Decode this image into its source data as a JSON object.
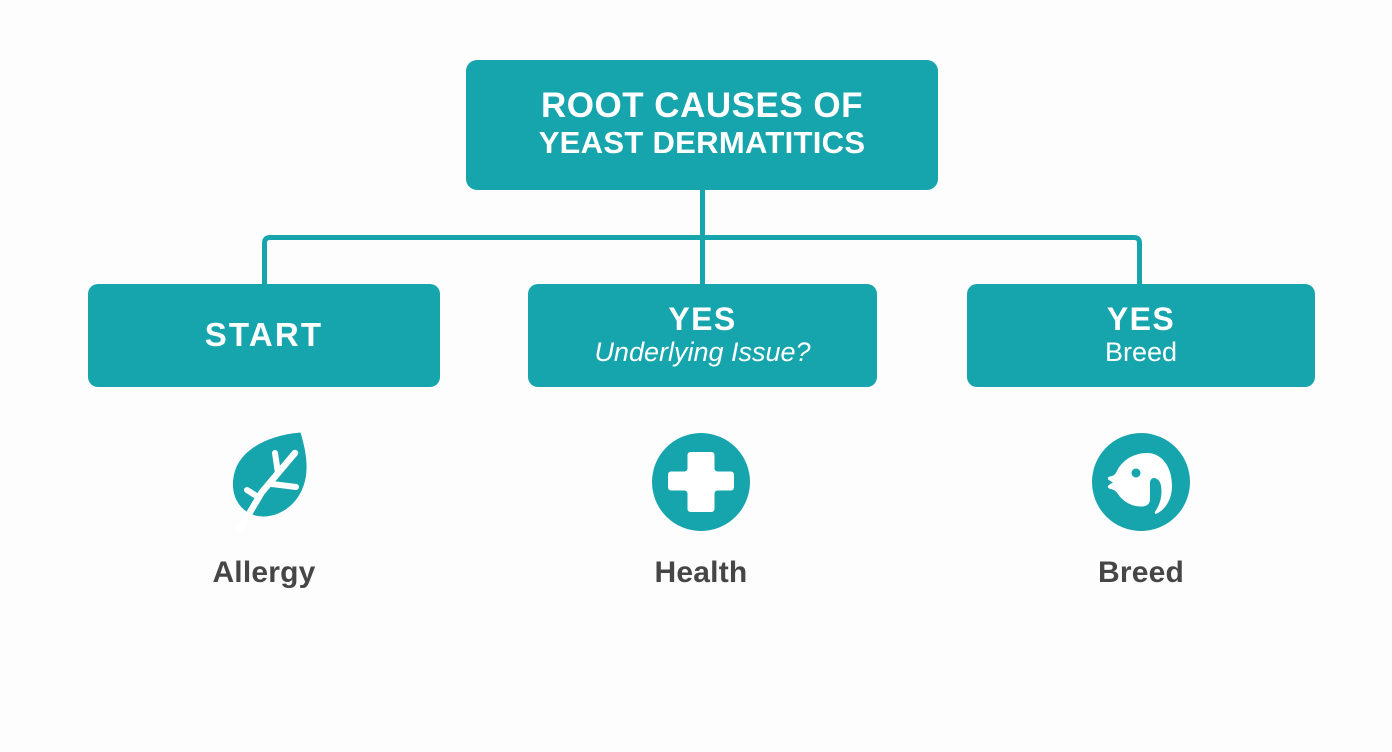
{
  "theme": {
    "teal": "#17a5ad",
    "background": "#fdfdfd",
    "box_text": "#ffffff",
    "label_text": "#464646"
  },
  "title": {
    "line1": "ROOT CAUSES OF",
    "line2": "YEAST DERMATITICS"
  },
  "nodes": [
    {
      "primary": "START",
      "secondary": "",
      "secondary_style": "none",
      "icon": "leaf-icon",
      "icon_label": "Allergy"
    },
    {
      "primary": "YES",
      "secondary": "Underlying Issue?",
      "secondary_style": "italic",
      "icon": "medical-cross-circle-icon",
      "icon_label": "Health"
    },
    {
      "primary": "YES",
      "secondary": "Breed",
      "secondary_style": "regular",
      "icon": "dog-head-circle-icon",
      "icon_label": "Breed"
    }
  ]
}
